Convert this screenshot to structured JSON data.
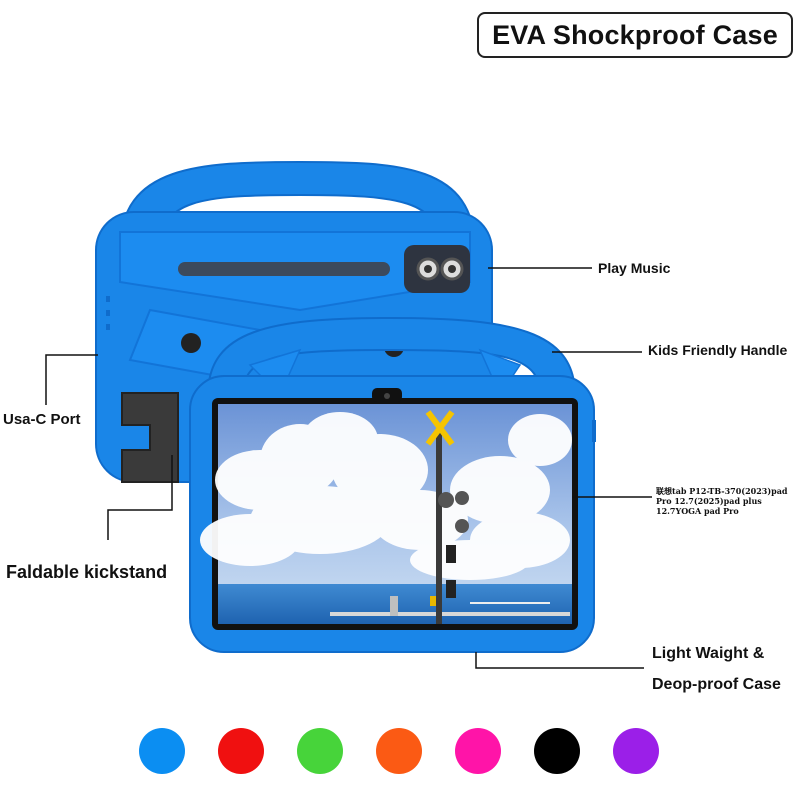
{
  "title": "EVA Shockproof Case",
  "callouts": {
    "play_music": "Play Music",
    "kids_handle": "Kids Friendly Handle",
    "usb_c": "Usa-C Port",
    "kickstand": "Faldable kickstand",
    "compatibility": "联想tab P12-TB-370(2023)pad Pro 12.7(2025)pad plus 12.7YOGA pad Pro",
    "light_weight_line1": "Light Waight &",
    "light_weight_line2": "Deop-proof Case"
  },
  "colors": {
    "case_blue": "#1a86e8",
    "case_dark": "#0f6ccc",
    "swatches": [
      "#0b8ef2",
      "#f01010",
      "#47d43a",
      "#fb5a14",
      "#ff14a8",
      "#000000",
      "#9b1fe8"
    ]
  },
  "icons": {
    "camera": "camera-module-icon",
    "kickstand": "kickstand-icon"
  }
}
